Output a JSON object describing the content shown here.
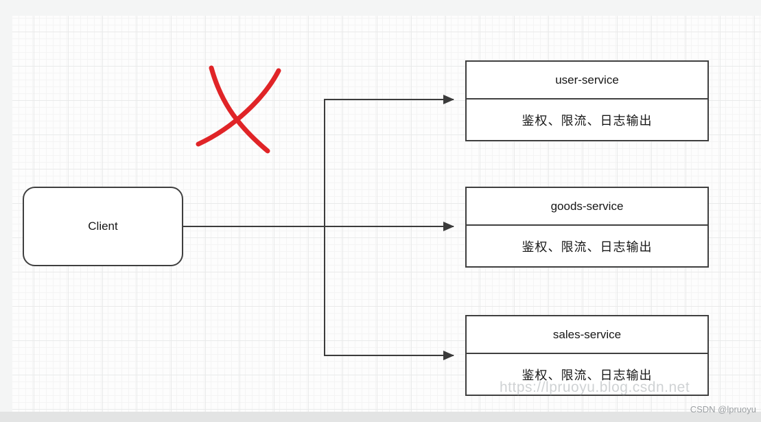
{
  "diagram": {
    "client": {
      "label": "Client"
    },
    "services": [
      {
        "name": "user-service",
        "features": "鉴权、限流、日志输出"
      },
      {
        "name": "goods-service",
        "features": "鉴权、限流、日志输出"
      },
      {
        "name": "sales-service",
        "features": "鉴权、限流、日志输出"
      }
    ]
  },
  "annotations": {
    "red_cross_meaning": "rejection-cross over direct client-to-services calls",
    "red_cross_color": "#e02427"
  },
  "watermark": {
    "url_text": "https://lpruoyu.blog.csdn.net",
    "credit": "CSDN @lpruoyu"
  },
  "colors": {
    "connector_line": "#3b3b3b",
    "node_border": "#3f3f3f",
    "canvas_bg": "#fdfdfd"
  }
}
